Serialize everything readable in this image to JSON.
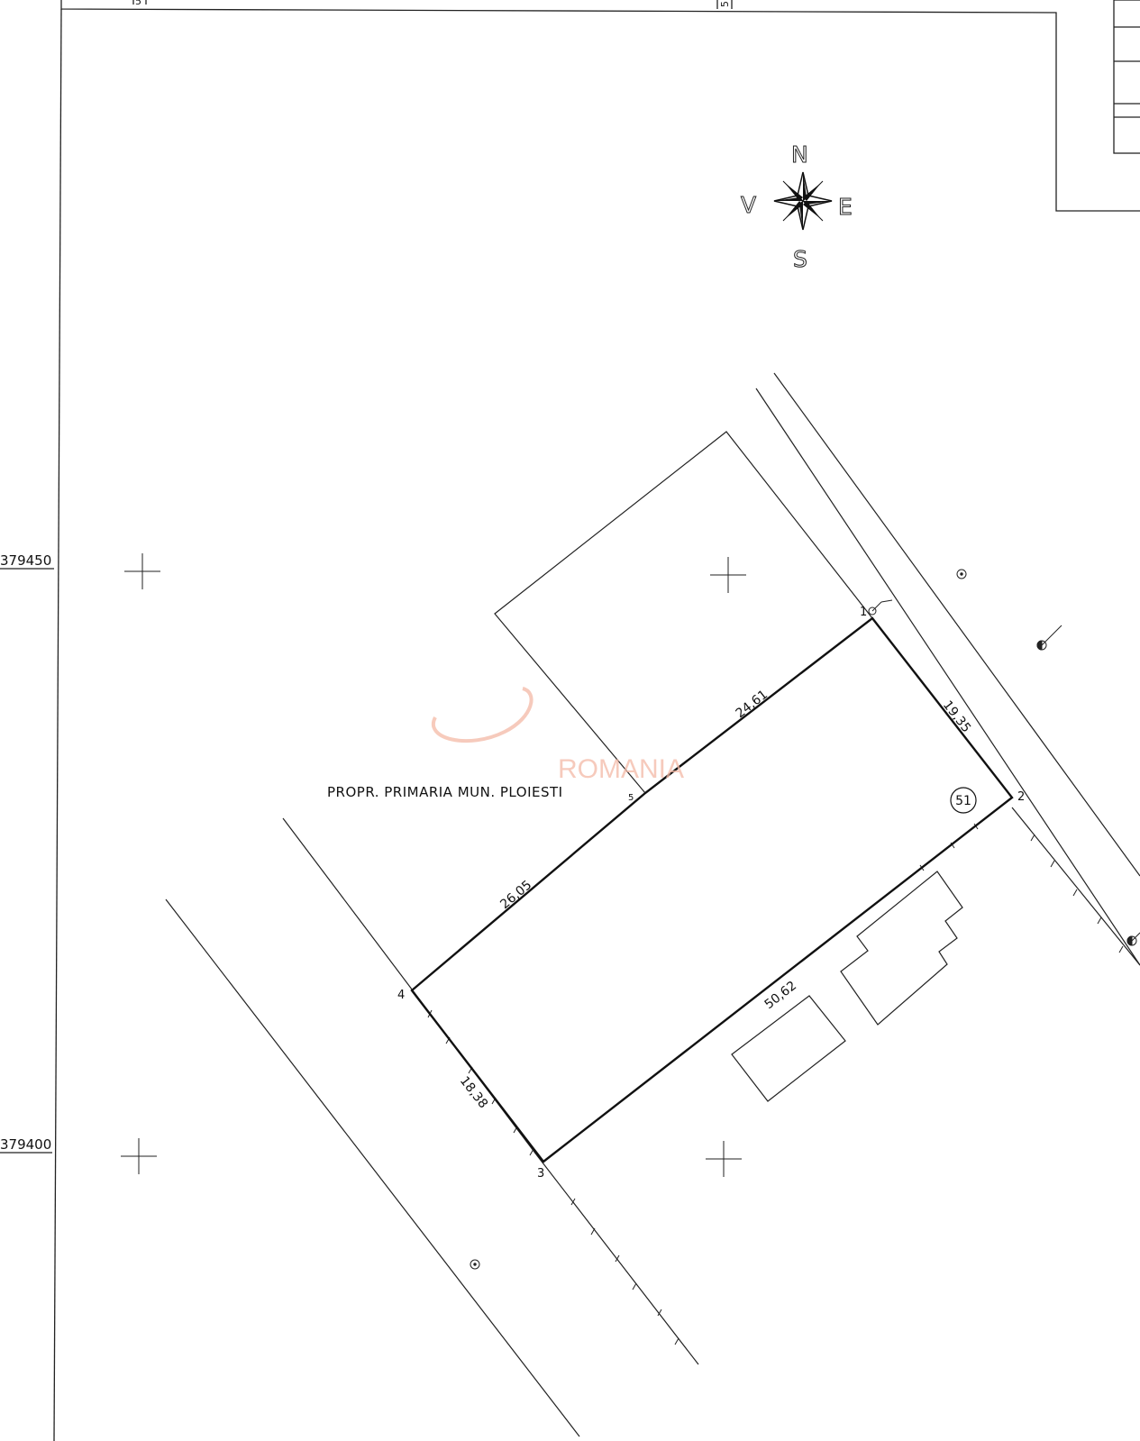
{
  "map": {
    "owner_label": "PROPR. PRIMARIA MUN. PLOIESTI",
    "parcel_number": "51",
    "watermark": "ROMANIA",
    "compass": {
      "n": "N",
      "s": "S",
      "e": "E",
      "w": "V"
    },
    "grid_labels": {
      "y1": "379450",
      "y2": "379400",
      "top_a": "5",
      "top_b": "5"
    },
    "points": {
      "p1": "1",
      "p2": "2",
      "p3": "3",
      "p4": "4",
      "p5": "5"
    },
    "dimensions": {
      "d12": "19,35",
      "d23": "50,62",
      "d34": "18,38",
      "d45": "26,05",
      "d51": "24,61"
    }
  }
}
